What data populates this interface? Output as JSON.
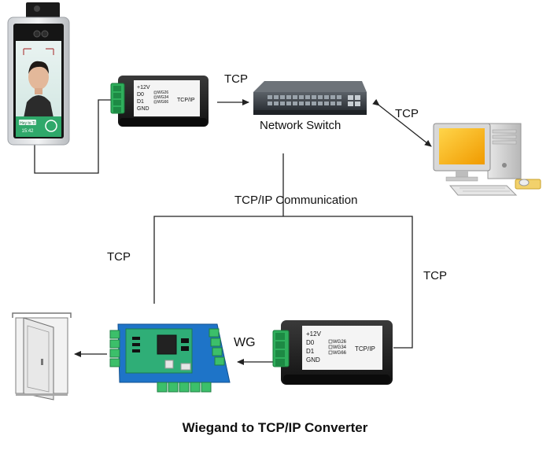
{
  "labels": {
    "tcp_top": "TCP",
    "network_switch": "Network Switch",
    "tcp_right": "TCP",
    "tcpip_communication": "TCP/IP Communication",
    "tcp_left": "TCP",
    "tcp_right_lower": "TCP",
    "wg": "WG"
  },
  "converter_top": {
    "pins": [
      "+12V",
      "D0",
      "D1",
      "GND"
    ],
    "modes": [
      "WG26",
      "WG34",
      "WG66"
    ],
    "name": "TCP/IP"
  },
  "converter_bottom": {
    "pins": [
      "+12V",
      "D0",
      "D1",
      "GND"
    ],
    "modes": [
      "WG26",
      "WG34",
      "WG66"
    ],
    "name": "TCP/IP"
  },
  "terminal_screen": {
    "badge": "Hey to Ti",
    "time": "15:42"
  },
  "caption": "Wiegand to TCP/IP Converter",
  "colors": {
    "line": "#222222",
    "terminal_green": "#2fa86a",
    "board_blue": "#1e74c8",
    "board_green": "#2fae77",
    "monitor_yellow": "#f5b40a",
    "converter_body": "#1c1c1c"
  }
}
